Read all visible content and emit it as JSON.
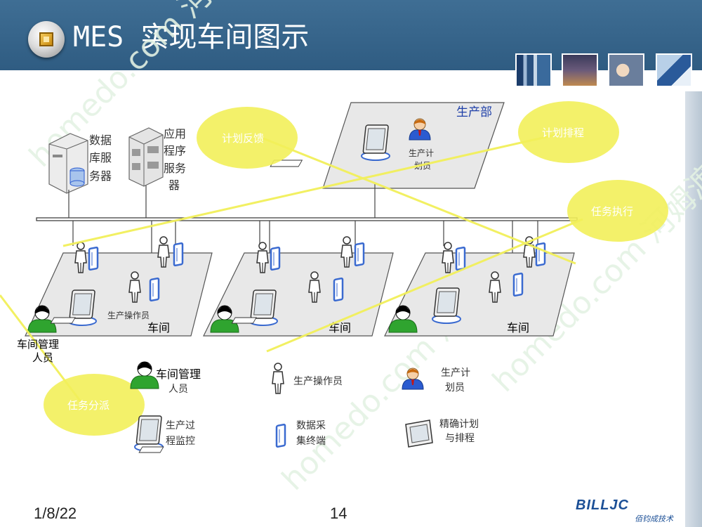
{
  "slide": {
    "title": "MES 实现车间图示",
    "date": "1/8/22",
    "page": "14",
    "brand_logo": "BILLJC",
    "brand_tagline": "佰钧成技术",
    "watermark": "homedo.com 河姆渡"
  },
  "diagram": {
    "production_dept": {
      "label": "生产部",
      "planner": [
        "生产计",
        "划员"
      ]
    },
    "db_server": [
      "数据",
      "库服",
      "务器"
    ],
    "app_server": [
      "应用",
      "程序",
      "服务",
      "器"
    ],
    "bubbles": {
      "plan_feedback": "计划反馈",
      "plan_schedule": "计划排程",
      "task_execute": "任务执行",
      "task_dispatch": "任务分派"
    },
    "workshops": [
      {
        "label": "车间",
        "operator_label": "生产操作员"
      },
      {
        "label": "车间"
      },
      {
        "label": "车间"
      }
    ],
    "manager_label": [
      "车间管理",
      "人员"
    ]
  },
  "legend": {
    "manager": [
      "车间管理",
      "人员"
    ],
    "operator": "生产操作员",
    "planner": [
      "生产计",
      "划员"
    ],
    "monitor": [
      "生产过",
      "程监控"
    ],
    "terminal": [
      "数据采",
      "集终端"
    ],
    "scheduler": [
      "精确计划",
      "与排程"
    ]
  },
  "colors": {
    "header": "#2f5c82",
    "bubble": "#f2f05a",
    "plate": "#e8e8e8",
    "person_green": "#2fa42f",
    "planner_blue": "#2b5bd0",
    "dept_text": "#1e3fa8"
  }
}
